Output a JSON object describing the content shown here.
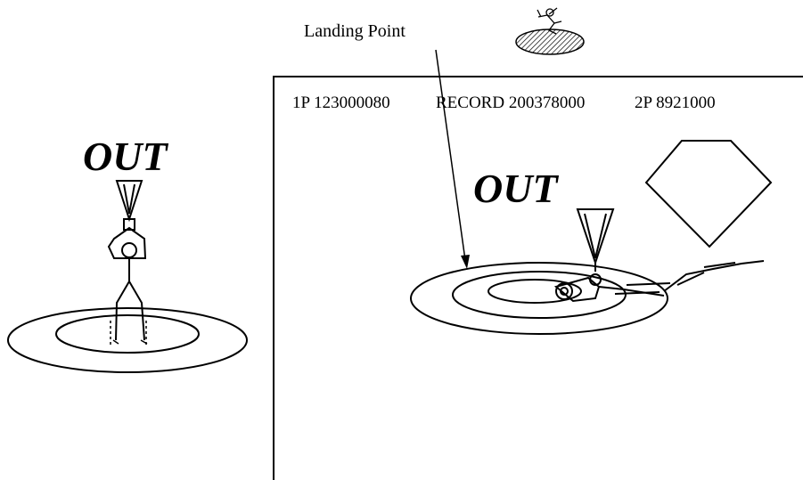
{
  "annotation": {
    "landing_label": "Landing Point"
  },
  "hud": {
    "p1": "1P 123000080",
    "record": "RECORD 200378000",
    "p2": "2P 8921000"
  },
  "left_figure": {
    "status": "OUT"
  },
  "screen_figure": {
    "status": "OUT"
  }
}
